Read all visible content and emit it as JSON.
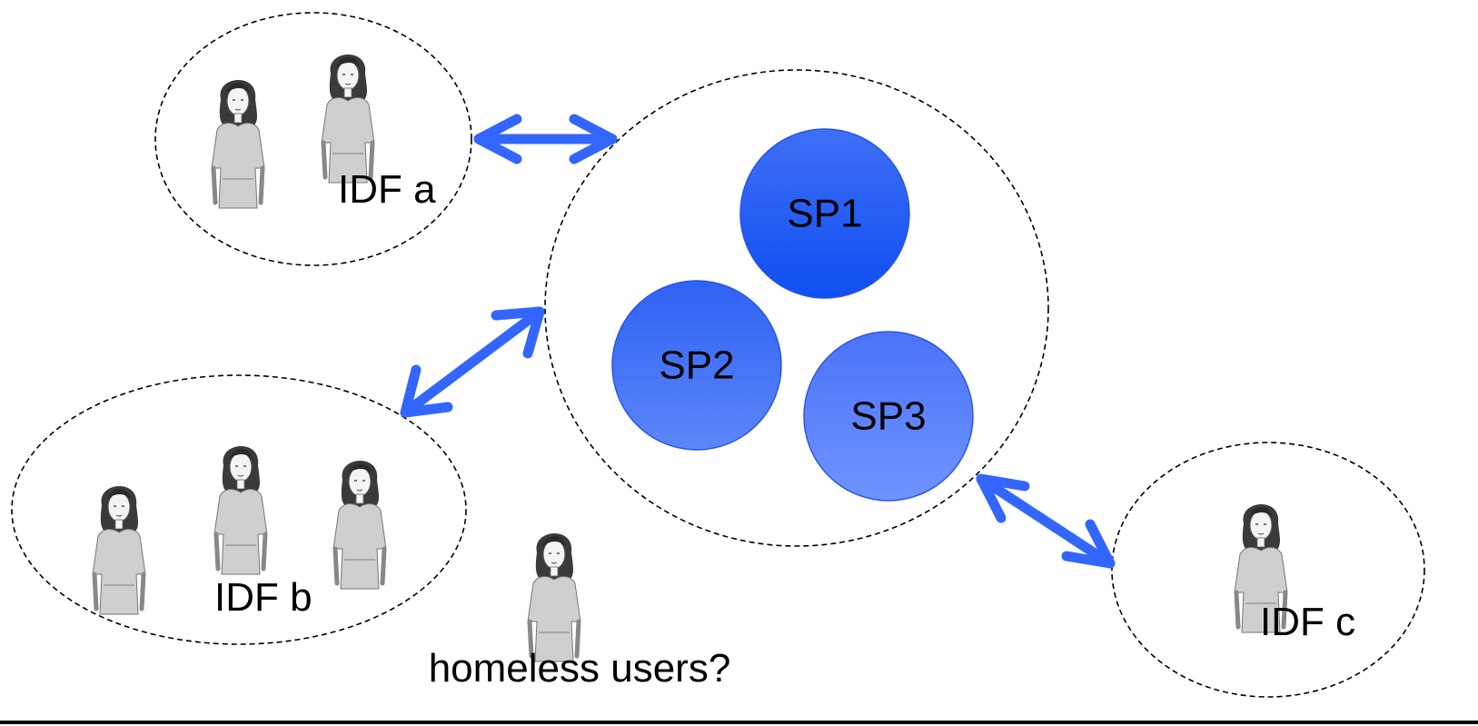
{
  "service_providers": [
    {
      "label": "SP1"
    },
    {
      "label": "SP2"
    },
    {
      "label": "SP3"
    }
  ],
  "identity_providers": [
    {
      "label": "IDF a"
    },
    {
      "label": "IDF b"
    },
    {
      "label": "IDF c"
    }
  ],
  "homeless_label": "homeless users?",
  "colors": {
    "sp_fill_top": "#1f5cf0",
    "sp_fill_bottom": "#5a86ff",
    "arrow": "#3366ff",
    "outline": "#000000"
  },
  "icons": {
    "user": "woman-user-icon"
  }
}
